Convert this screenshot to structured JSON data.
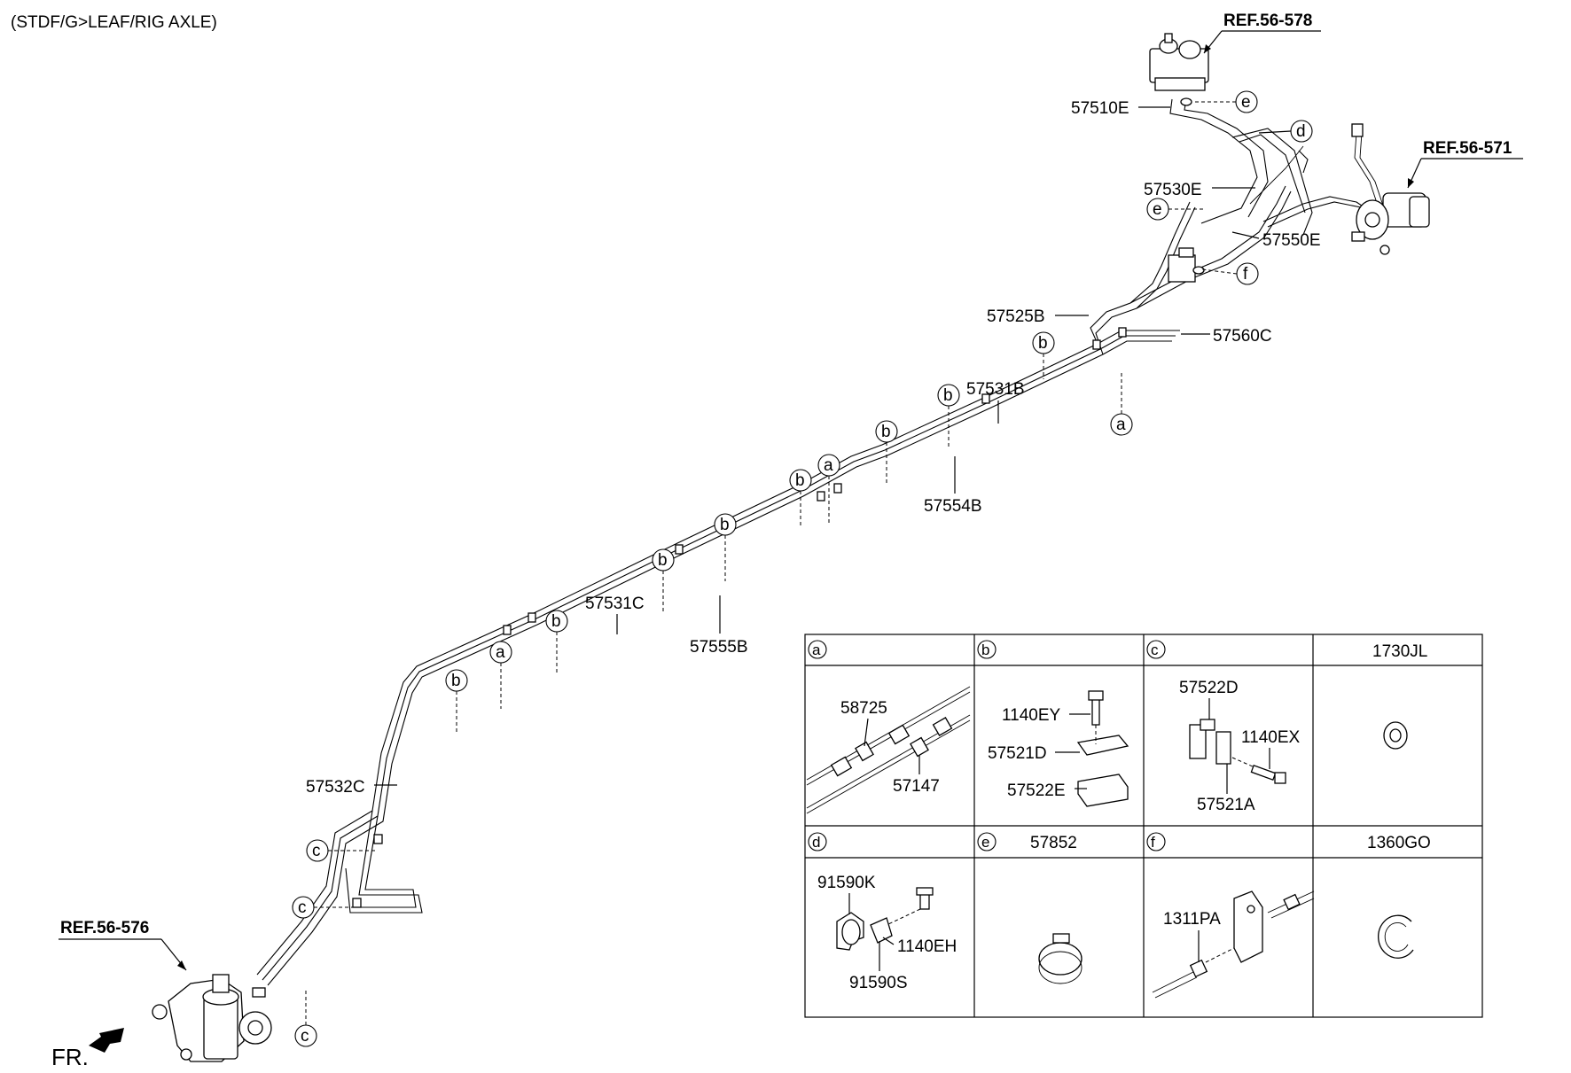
{
  "header": {
    "title": "(STDF/G>LEAF/RIG AXLE)"
  },
  "refs": {
    "ref_578": "REF.56-578",
    "ref_571": "REF.56-571",
    "ref_576": "REF.56-576"
  },
  "orientation": {
    "front_label": "FR."
  },
  "part_labels": {
    "p57510E": "57510E",
    "p57530E": "57530E",
    "p57550E": "57550E",
    "p57525B": "57525B",
    "p57560C": "57560C",
    "p57531B": "57531B",
    "p57554B": "57554B",
    "p57531C": "57531C",
    "p57555B": "57555B",
    "p57532C": "57532C"
  },
  "callouts": {
    "a": "a",
    "b": "b",
    "c": "c",
    "d": "d",
    "e": "e",
    "f": "f"
  },
  "table": {
    "cells": [
      {
        "letter": "a",
        "title": "",
        "labels": [
          "58725",
          "57147"
        ]
      },
      {
        "letter": "b",
        "title": "",
        "labels": [
          "1140EY",
          "57521D",
          "57522E"
        ]
      },
      {
        "letter": "c",
        "title": "",
        "labels": [
          "57522D",
          "1140EX",
          "57521A"
        ]
      },
      {
        "letter": "",
        "title": "1730JL",
        "labels": []
      },
      {
        "letter": "d",
        "title": "",
        "labels": [
          "91590K",
          "1140EH",
          "91590S"
        ]
      },
      {
        "letter": "e",
        "title": "57852",
        "labels": []
      },
      {
        "letter": "f",
        "title": "",
        "labels": [
          "1311PA"
        ]
      },
      {
        "letter": "",
        "title": "1360GO",
        "labels": []
      }
    ]
  }
}
